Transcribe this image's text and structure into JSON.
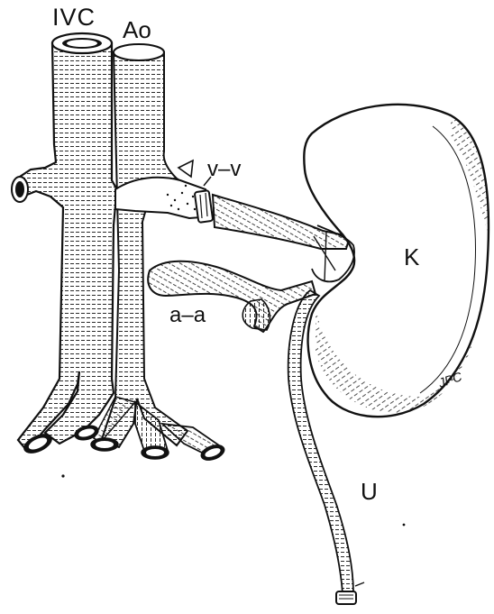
{
  "labels": {
    "ivc": "IVC",
    "ao": "Ao",
    "vv": "v–v",
    "aa": "a–a",
    "k": "K",
    "u": "U",
    "signature": "JPC"
  },
  "colors": {
    "ink": "#111111",
    "paper": "#ffffff"
  }
}
